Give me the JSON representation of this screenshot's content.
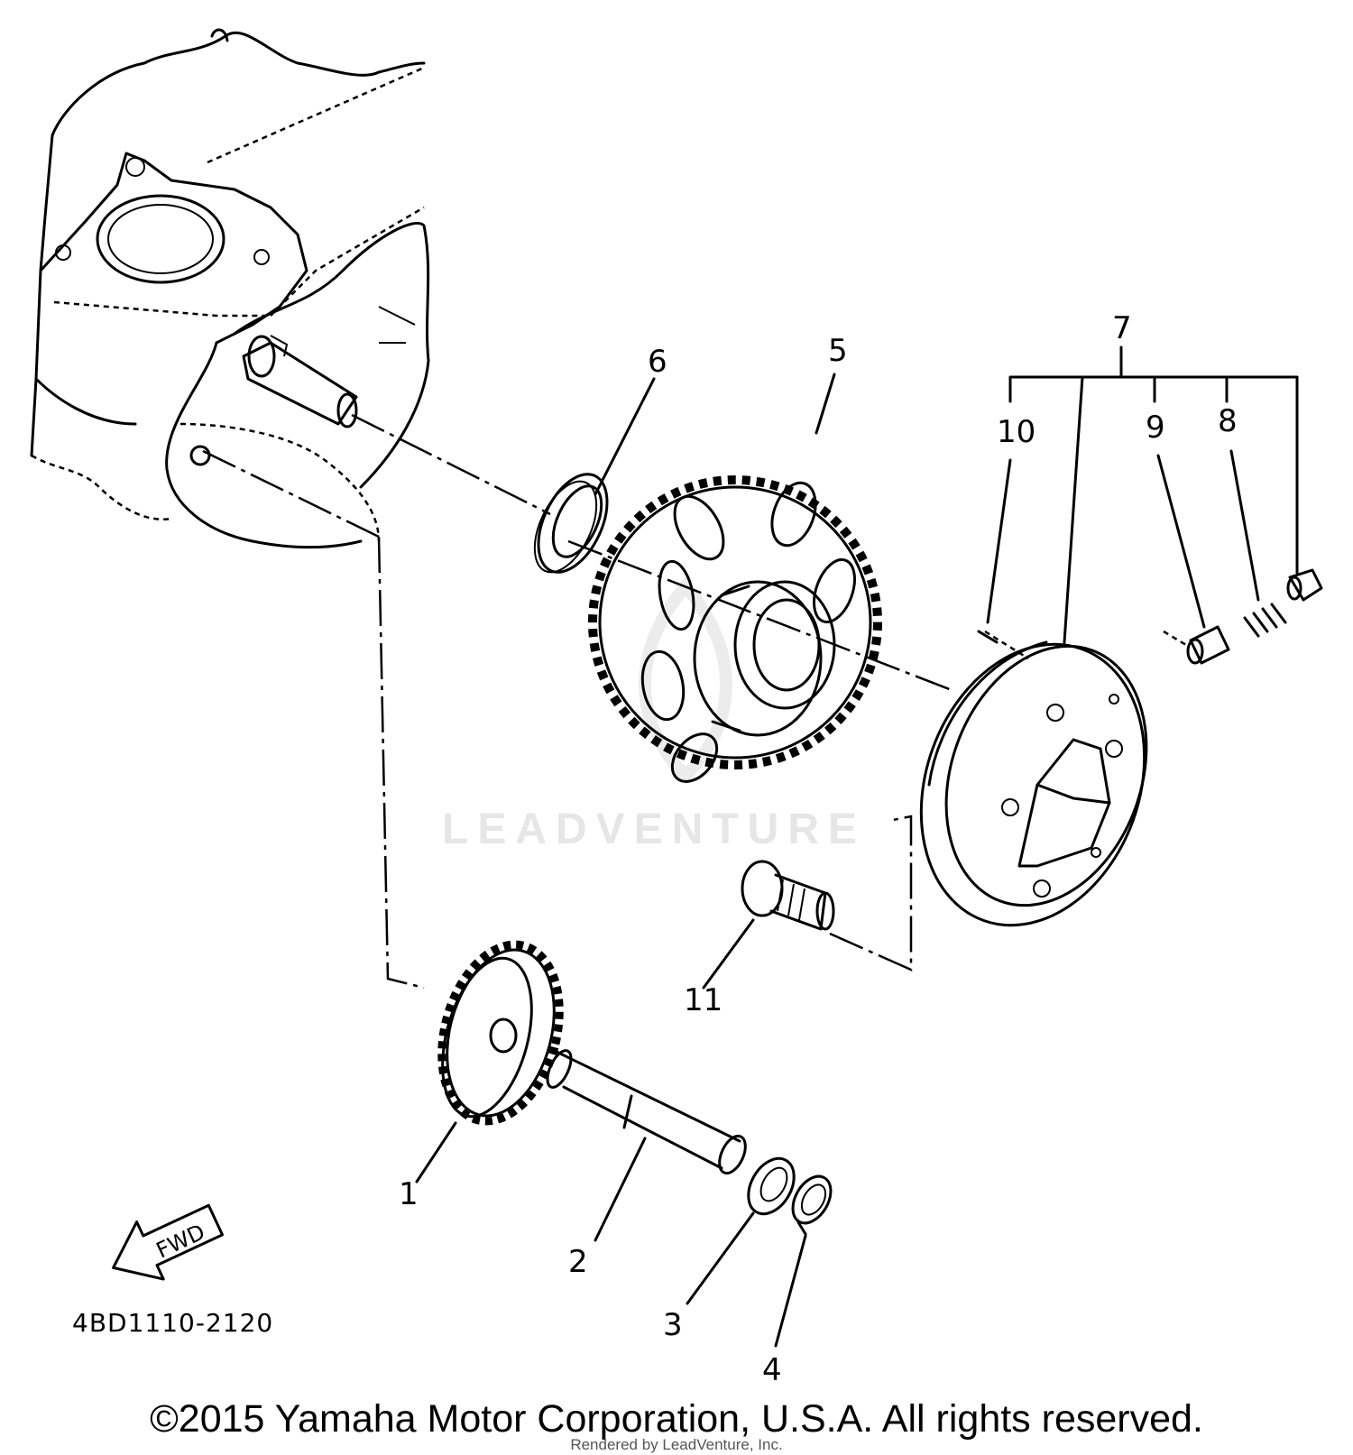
{
  "watermark": "LEADVENTURE",
  "callouts": [
    {
      "id": "1",
      "text": "1"
    },
    {
      "id": "2",
      "text": "2"
    },
    {
      "id": "3",
      "text": "3"
    },
    {
      "id": "4",
      "text": "4"
    },
    {
      "id": "5",
      "text": "5"
    },
    {
      "id": "6",
      "text": "6"
    },
    {
      "id": "7",
      "text": "7"
    },
    {
      "id": "8",
      "text": "8"
    },
    {
      "id": "9",
      "text": "9"
    },
    {
      "id": "10",
      "text": "10"
    },
    {
      "id": "11",
      "text": "11"
    }
  ],
  "fwd_label": "FWD",
  "diagram_code": "4BD1110-2120",
  "copyright": "©2015 Yamaha Motor Corporation, U.S.A. All rights reserved.",
  "rendered_by": "Rendered by LeadVenture, Inc."
}
